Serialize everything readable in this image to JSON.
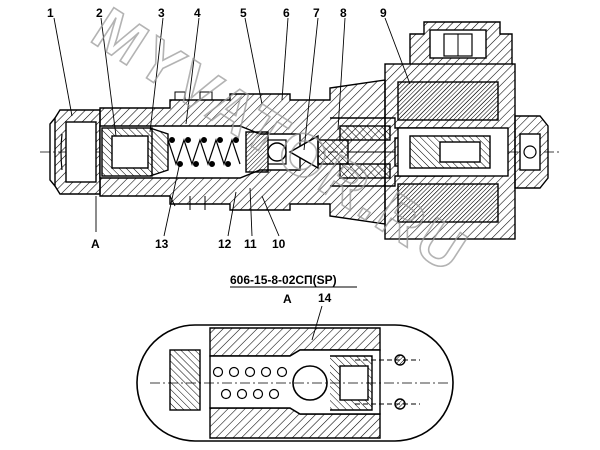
{
  "drawing": {
    "callouts": [
      "1",
      "2",
      "3",
      "4",
      "5",
      "6",
      "7",
      "8",
      "9",
      "13",
      "12",
      "11",
      "10",
      "14"
    ],
    "view_label_main": "A",
    "view_label_detail": "A",
    "caption": "606-15-8-02СП(SP)"
  },
  "watermark": {
    "text": "MYVATOR.RU"
  }
}
